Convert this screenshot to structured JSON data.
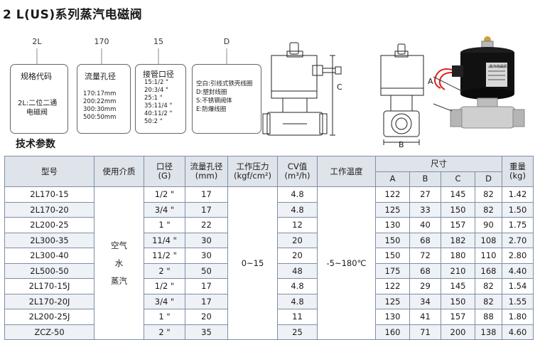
{
  "title": "2 L(US)系列蒸汽电磁阀",
  "model_code": {
    "codes": [
      "2L",
      "170",
      "15",
      "D"
    ],
    "boxes": [
      {
        "label": "规格代码",
        "lines": [
          "2L:二位二通",
          "电磁阀"
        ]
      },
      {
        "label": "流量孔径",
        "lines": [
          "170:17mm",
          "200:22mm",
          "300:30mm",
          "500:50mm"
        ]
      },
      {
        "label": "接管口径",
        "lines": [
          "15:1/2 \"",
          "20:3/4 \"",
          "25:1 \"",
          "35:11/4 \"",
          "40:11/2 \"",
          "50:2 \""
        ]
      },
      {
        "label": "",
        "lines": [
          "空白:引线式铁壳线圈",
          "D:塑封线圈",
          "S:不锈钢阀体",
          "E:防爆线圈"
        ]
      }
    ]
  },
  "section_title": "技术参数",
  "diagram_labels": {
    "c": "C",
    "a": "A",
    "b": "B"
  },
  "product_label": "蒸汽电磁阀",
  "table": {
    "headers": {
      "model": "型号",
      "medium": "使用介质",
      "port": [
        "口径",
        "(G)"
      ],
      "orifice": [
        "流量孔径",
        "(mm)"
      ],
      "pressure": [
        "工作压力",
        "(kgf/cm²)"
      ],
      "cv": [
        "CV值",
        "(m³/h)"
      ],
      "temp": "工作温度",
      "size": "尺寸",
      "size_cols": [
        "A",
        "B",
        "C",
        "D"
      ],
      "weight": [
        "重量",
        "(kg)"
      ]
    },
    "medium_values": [
      "空气",
      "水",
      "蒸汽"
    ],
    "pressure_value": "0~15",
    "temp_value": "-5~180℃",
    "rows": [
      {
        "model": "2L170-15",
        "port": "1/2 \"",
        "orifice": "17",
        "cv": "4.8",
        "a": "122",
        "b": "27",
        "c": "145",
        "d": "82",
        "w": "1.42"
      },
      {
        "model": "2L170-20",
        "port": "3/4 \"",
        "orifice": "17",
        "cv": "4.8",
        "a": "125",
        "b": "33",
        "c": "150",
        "d": "82",
        "w": "1.50"
      },
      {
        "model": "2L200-25",
        "port": "1 \"",
        "orifice": "22",
        "cv": "12",
        "a": "130",
        "b": "40",
        "c": "157",
        "d": "90",
        "w": "1.75"
      },
      {
        "model": "2L300-35",
        "port": "11/4 \"",
        "orifice": "30",
        "cv": "20",
        "a": "150",
        "b": "68",
        "c": "182",
        "d": "108",
        "w": "2.70"
      },
      {
        "model": "2L300-40",
        "port": "11/2 \"",
        "orifice": "30",
        "cv": "20",
        "a": "150",
        "b": "72",
        "c": "180",
        "d": "110",
        "w": "2.80"
      },
      {
        "model": "2L500-50",
        "port": "2 \"",
        "orifice": "50",
        "cv": "48",
        "a": "175",
        "b": "68",
        "c": "210",
        "d": "168",
        "w": "4.40"
      },
      {
        "model": "2L170-15J",
        "port": "1/2 \"",
        "orifice": "17",
        "cv": "4.8",
        "a": "122",
        "b": "29",
        "c": "145",
        "d": "82",
        "w": "1.54"
      },
      {
        "model": "2L170-20J",
        "port": "3/4 \"",
        "orifice": "17",
        "cv": "4.8",
        "a": "125",
        "b": "34",
        "c": "150",
        "d": "82",
        "w": "1.55"
      },
      {
        "model": "2L200-25J",
        "port": "1 \"",
        "orifice": "20",
        "cv": "11",
        "a": "130",
        "b": "41",
        "c": "157",
        "d": "88",
        "w": "1.80"
      },
      {
        "model": "ZCZ-50",
        "port": "2 \"",
        "orifice": "35",
        "cv": "25",
        "a": "160",
        "b": "71",
        "c": "200",
        "d": "138",
        "w": "4.60"
      }
    ]
  }
}
